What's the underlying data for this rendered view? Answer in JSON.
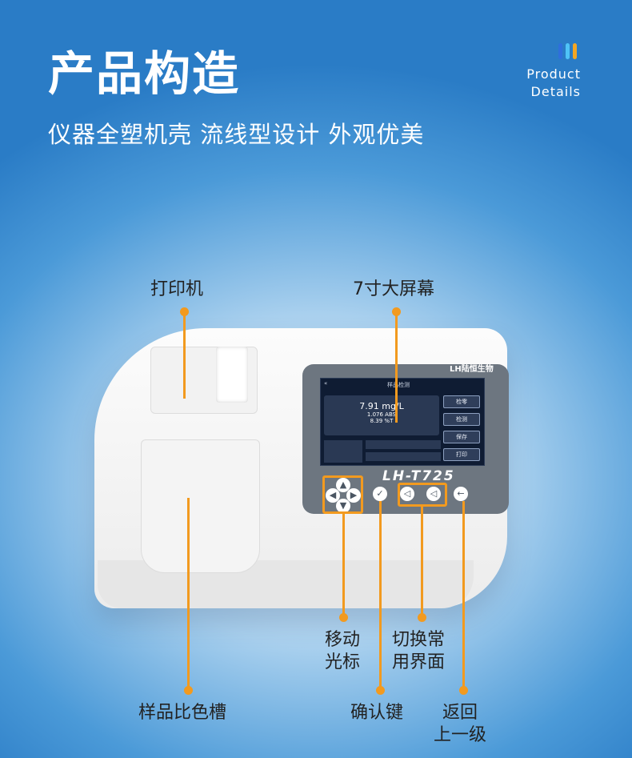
{
  "header": {
    "title": "产品构造",
    "subtitle": "仪器全塑机壳  流线型设计  外观优美",
    "badge_line1": "Product",
    "badge_line2": "Details",
    "badge_colors": [
      "#2f6fdc",
      "#4fc3f7",
      "#f5a623"
    ]
  },
  "callouts": {
    "printer": "打印机",
    "screen": "7寸大屏幕",
    "move_line1": "移动",
    "move_line2": "光标",
    "switch_line1": "切换常",
    "switch_line2": "用界面",
    "cuvette": "样品比色槽",
    "confirm": "确认键",
    "back_line1": "返回",
    "back_line2": "上一级"
  },
  "device": {
    "brand": "LH陆恒生物",
    "model": "LH-T725",
    "screen": {
      "header": "样品检测",
      "value": "7.91 mg/L",
      "abs": "1.076  ABS",
      "trans": "8.39  %T",
      "buttons": [
        "检零",
        "检测",
        "保存",
        "打印"
      ]
    }
  },
  "accent_color": "#f29a1f"
}
